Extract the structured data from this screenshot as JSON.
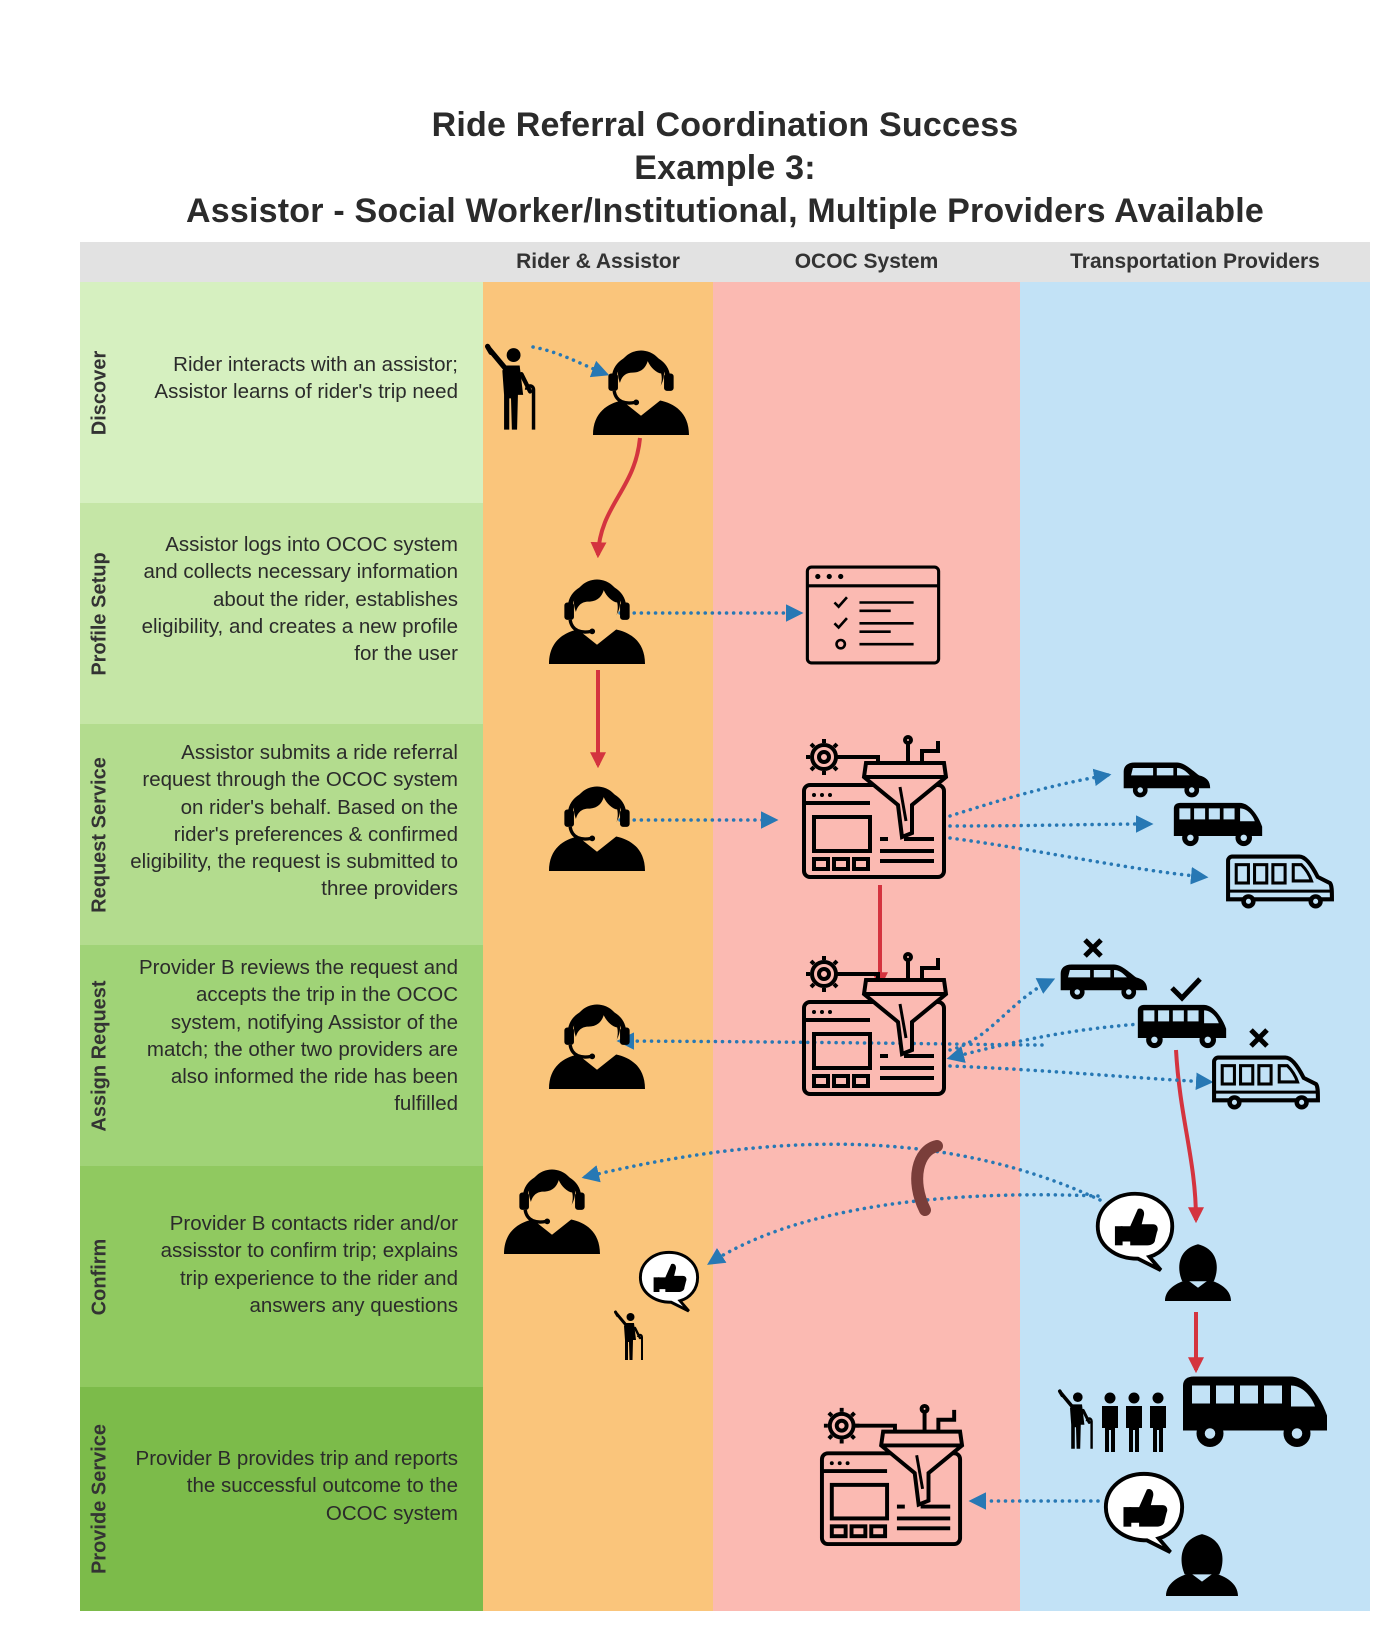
{
  "title": {
    "line1": "Ride Referral Coordination Success",
    "line2": "Example 3:",
    "line3": "Assistor - Social Worker/Institutional, Multiple Providers Available"
  },
  "columns": [
    "Rider & Assistor",
    "OCOC System",
    "Transportation Providers"
  ],
  "rows": [
    {
      "label": "Discover",
      "description": "Rider interacts with an assistor; Assistor learns of rider's trip need",
      "color": "#d6f0c0"
    },
    {
      "label": "Profile Setup",
      "description": "Assistor logs into OCOC system and collects necessary information about the rider, establishes eligibility, and creates a new profile for the user",
      "color": "#c5e6a6"
    },
    {
      "label": "Request Service",
      "description": "Assistor submits a ride referral request through the OCOC system on rider's behalf. Based on the rider's preferences & confirmed eligibility, the request is submitted to three providers",
      "color": "#b3dc8e"
    },
    {
      "label": "Assign Request",
      "description": "Provider B reviews the request and accepts the trip in the OCOC system, notifying Assistor of the match; the other two providers are also informed the ride has been fulfilled",
      "color": "#a0d377"
    },
    {
      "label": "Confirm",
      "description": "Provider B contacts rider and/or assisstor to confirm trip; explains trip experience to the rider and answers any questions",
      "color": "#90c960"
    },
    {
      "label": "Provide Service",
      "description": "Provider B provides trip and reports the successful outcome to the OCOC system",
      "color": "#7cbb4a"
    }
  ],
  "colors": {
    "rider_column": "#fac57b",
    "system_column": "#fbbab2",
    "provider_column": "#c2e2f6",
    "header": "#e2e2e2",
    "handoff_arrow": "#d4343f",
    "info_arrow": "#2778b4"
  },
  "icons": [
    "rider-with-cane-icon",
    "assistor-headset-icon",
    "profile-form-icon",
    "ococ-system-icon",
    "minivan-icon",
    "bus-icon",
    "van-icon",
    "check-icon",
    "x-icon",
    "thumbs-up-icon",
    "phone-icon",
    "provider-agent-icon",
    "rider-group-icon"
  ]
}
